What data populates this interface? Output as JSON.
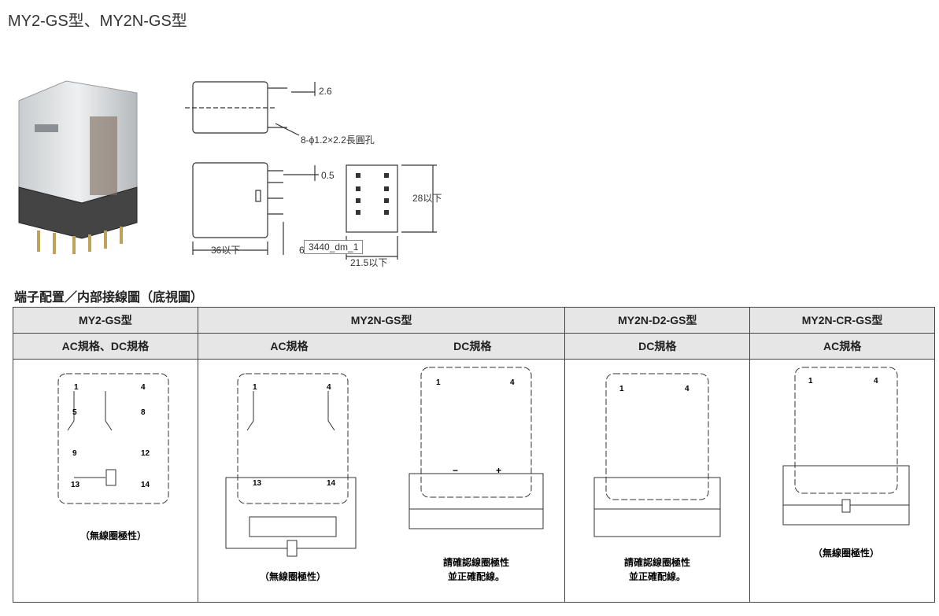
{
  "page_title": "MY2-GS型、MY2N-GS型",
  "dimensions": {
    "pin_spacing": "2.6",
    "pin_hole": "8-ϕ1.2×2.2長圓孔",
    "pin_thickness": "0.5",
    "height": "28以下",
    "length": "36以下",
    "offset": "6",
    "width": "21.5以下"
  },
  "tooltip": "3440_dm_1",
  "section_heading": "端子配置／内部接線圖（底視圖）",
  "table": {
    "models": [
      "MY2-GS型",
      "MY2N-GS型",
      "MY2N-D2-GS型",
      "MY2N-CR-GS型"
    ],
    "specs": [
      "AC規格、DC規格",
      "AC規格",
      "DC規格",
      "DC規格",
      "AC規格"
    ],
    "notes": {
      "no_polarity": "（無線圈極性）",
      "check_polarity_line1": "請確認線圈極性",
      "check_polarity_line2": "並正確配線。"
    },
    "terminals": {
      "t1": "1",
      "t4": "4",
      "t5": "5",
      "t8": "8",
      "t9": "9",
      "t12": "12",
      "t13": "13",
      "t14": "14",
      "minus": "−",
      "plus": "+"
    }
  }
}
